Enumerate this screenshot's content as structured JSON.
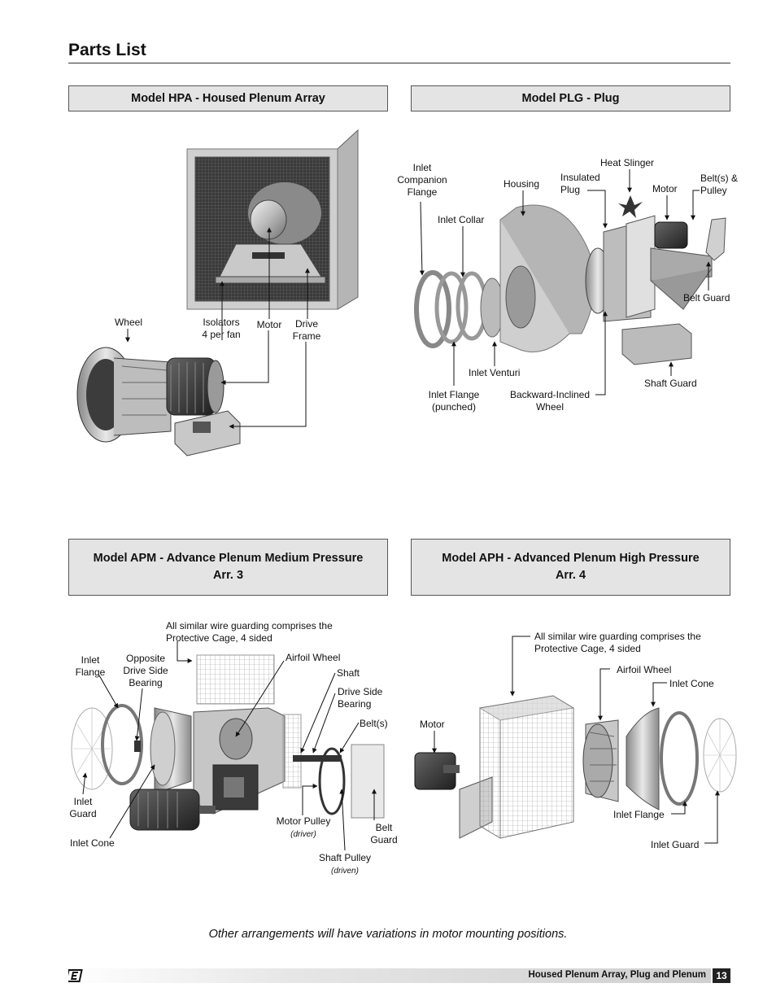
{
  "page": {
    "title": "Parts List",
    "footnote": "Other arrangements will have variations in motor mounting positions.",
    "footer_text": "Housed Plenum Array, Plug and Plenum",
    "page_number": "13"
  },
  "sections": {
    "hpa": {
      "heading": "Model HPA - Housed Plenum Array",
      "labels": {
        "wheel": "Wheel",
        "isolators": "Isolators\n4 per fan",
        "motor": "Motor",
        "drive_frame": "Drive\nFrame"
      }
    },
    "plg": {
      "heading": "Model PLG - Plug",
      "labels": {
        "inlet_companion_flange": "Inlet\nCompanion\nFlange",
        "housing": "Housing",
        "insulated_plug": "Insulated\nPlug",
        "heat_slinger": "Heat Slinger",
        "motor": "Motor",
        "belts_pulley": "Belt(s) &\nPulley",
        "inlet_collar": "Inlet Collar",
        "belt_guard": "Belt Guard",
        "inlet_venturi": "Inlet Venturi",
        "shaft_guard": "Shaft Guard",
        "inlet_flange_punched": "Inlet Flange\n(punched)",
        "backward_inclined_wheel": "Backward-Inclined\nWheel"
      }
    },
    "apm": {
      "heading_line1": "Model APM - Advance Plenum Medium Pressure",
      "heading_line2": "Arr. 3",
      "labels": {
        "cage_note": "All similar wire guarding comprises the\nProtective Cage, 4 sided",
        "inlet_flange": "Inlet\nFlange",
        "opposite_bearing": "Opposite\nDrive Side\nBearing",
        "airfoil_wheel": "Airfoil Wheel",
        "shaft": "Shaft",
        "drive_side_bearing": "Drive Side\nBearing",
        "belts": "Belt(s)",
        "inlet_guard": "Inlet\nGuard",
        "inlet_cone": "Inlet Cone",
        "motor_pulley": "Motor Pulley",
        "motor_pulley_sub": "(driver)",
        "belt_guard": "Belt\nGuard",
        "shaft_pulley": "Shaft Pulley",
        "shaft_pulley_sub": "(driven)"
      }
    },
    "aph": {
      "heading_line1": "Model APH - Advanced Plenum High Pressure",
      "heading_line2": "Arr. 4",
      "labels": {
        "cage_note": "All similar wire guarding comprises the\nProtective Cage, 4 sided",
        "airfoil_wheel": "Airfoil Wheel",
        "inlet_cone": "Inlet Cone",
        "motor": "Motor",
        "inlet_flange": "Inlet Flange",
        "inlet_guard": "Inlet Guard"
      }
    }
  }
}
